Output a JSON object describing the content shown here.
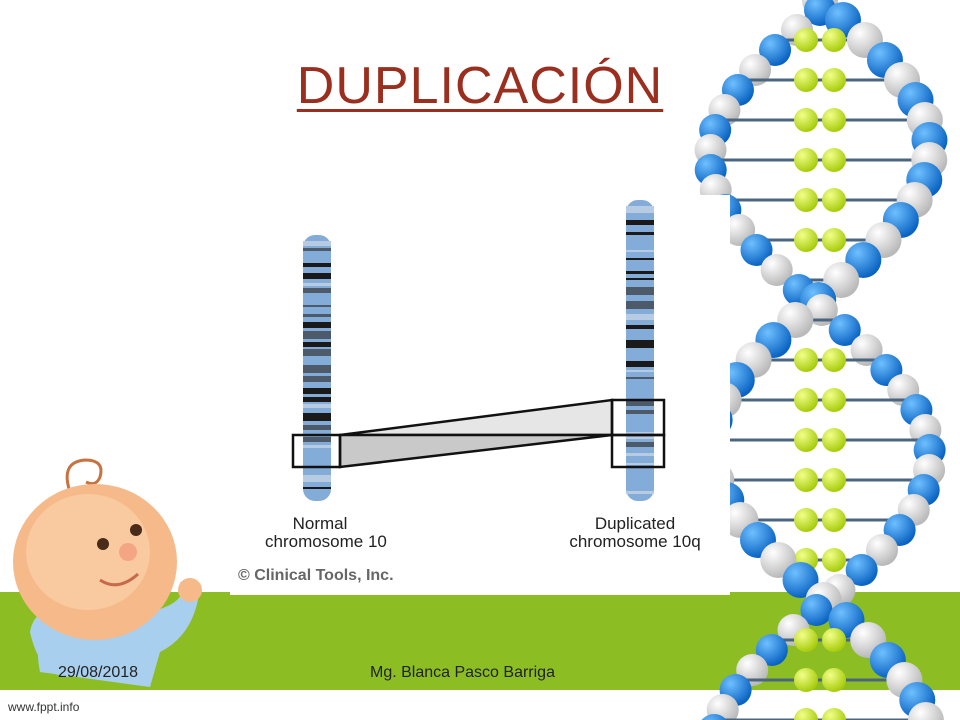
{
  "slide": {
    "title": "DUPLICACIÓN",
    "date": "29/08/2018",
    "author": "Mg. Blanca Pasco Barriga",
    "website": "www.fppt.info"
  },
  "figure": {
    "left_label": "Normal\nchromosome 10",
    "right_label": "Duplicated\nchromosome 10q",
    "copyright": "© Clinical Tools, Inc."
  },
  "colors": {
    "title": "#9a2f1f",
    "green_band": "#8cbe24",
    "chromosome_blue": "#7fa8d6",
    "dna_blue": "#1e88e5",
    "dna_green": "#c6e61a"
  },
  "icons": [
    "dna-helix-icon",
    "baby-illustration-icon"
  ]
}
